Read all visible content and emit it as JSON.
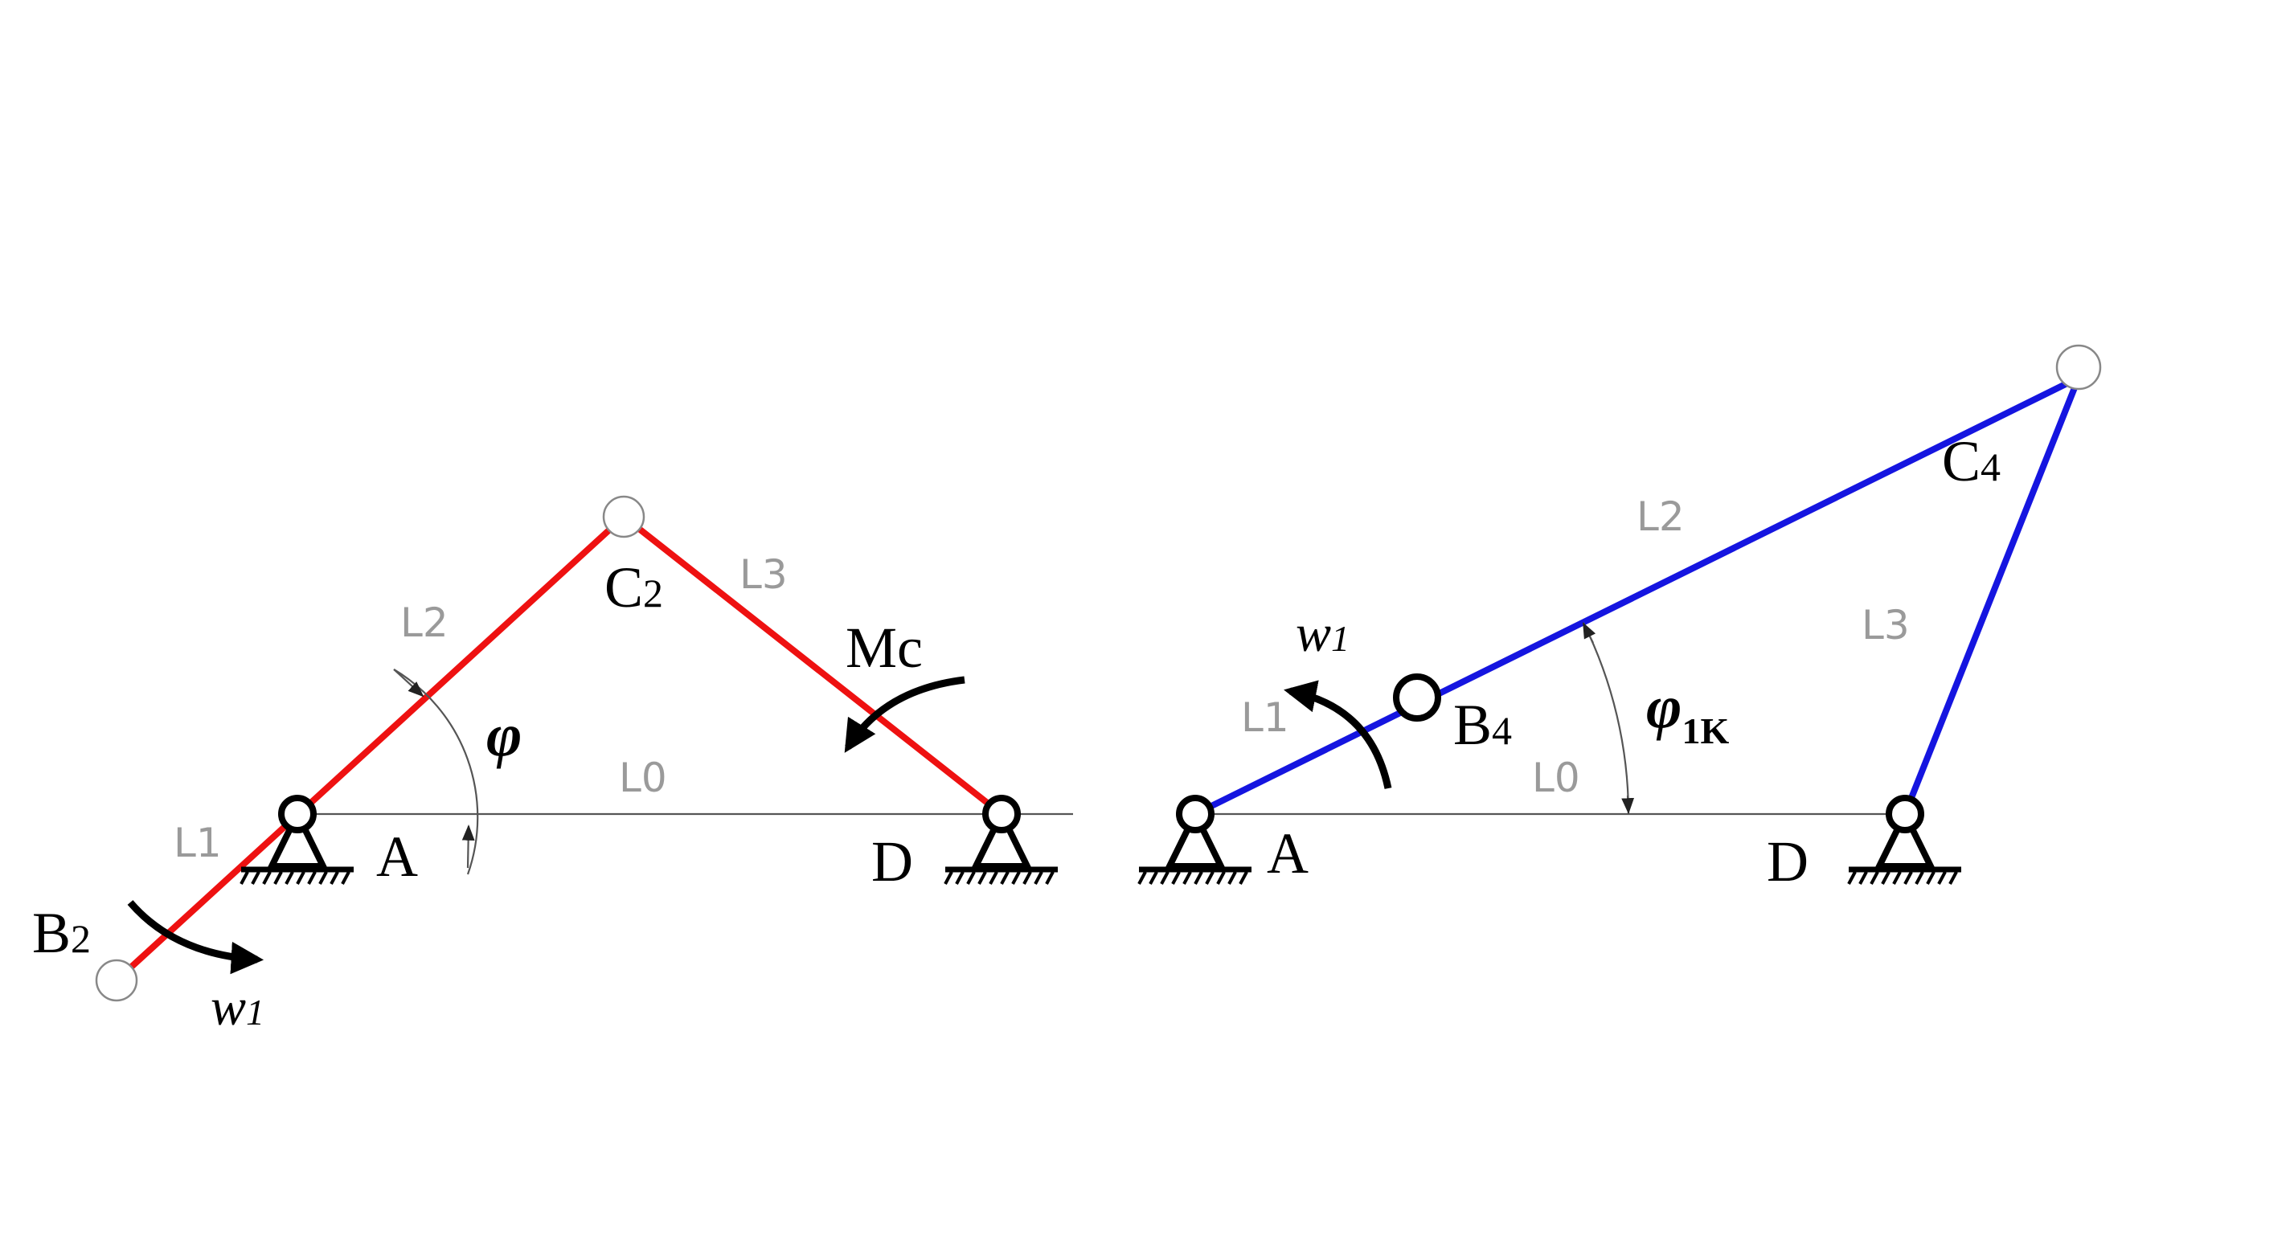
{
  "mechanism_left": {
    "color": "#ee1111",
    "labels": {
      "A": "A",
      "D": "D",
      "B_main": "B",
      "B_sub": "2",
      "C_main": "C",
      "C_sub": "2",
      "L0": "L0",
      "L1": "L1",
      "L2": "L2",
      "L3": "L3",
      "phi": "φ",
      "moment": "Mc",
      "w_main": "w",
      "w_sub": "1"
    }
  },
  "mechanism_right": {
    "color": "#1515e0",
    "labels": {
      "A": "A",
      "D": "D",
      "B_main": "B",
      "B_sub": "4",
      "C_main": "C",
      "C_sub": "4",
      "L0": "L0",
      "L1": "L1",
      "L2": "L2",
      "L3": "L3",
      "phi_main": "φ",
      "phi_sub": "1K",
      "w_main": "w",
      "w_sub": "1"
    }
  }
}
